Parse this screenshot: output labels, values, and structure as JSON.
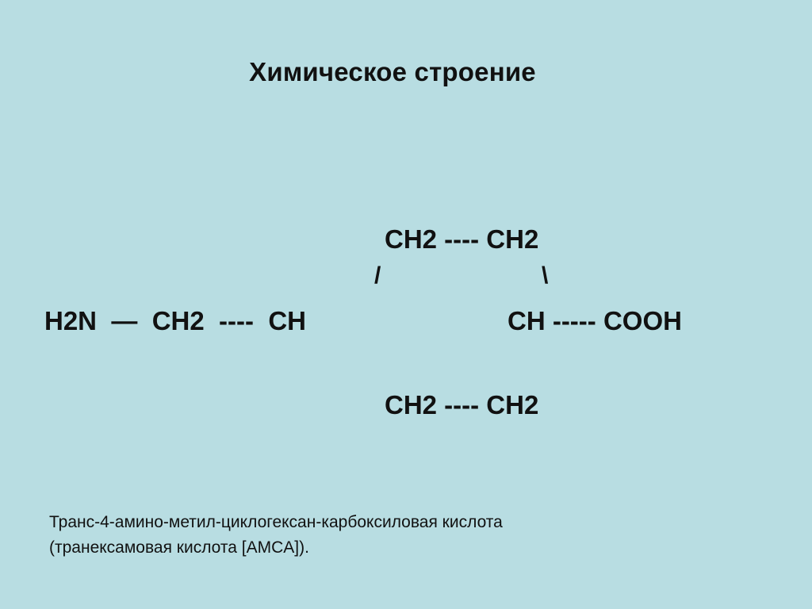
{
  "slide": {
    "title": "Химическое строение",
    "formula": {
      "ring_top": "CH2 ---- CH2",
      "bond_left": "/",
      "bond_right": "\\",
      "chain_left": "H2N  —  CH2  ----  CH",
      "chain_right": "CH ----- COOH",
      "ring_bottom": "CH2 ---- CH2"
    },
    "caption": {
      "line1": "Транс-4-амино-метил-циклогексан-карбоксиловая кислота",
      "line2": "(транексамовая кислота [AMCA])."
    }
  }
}
